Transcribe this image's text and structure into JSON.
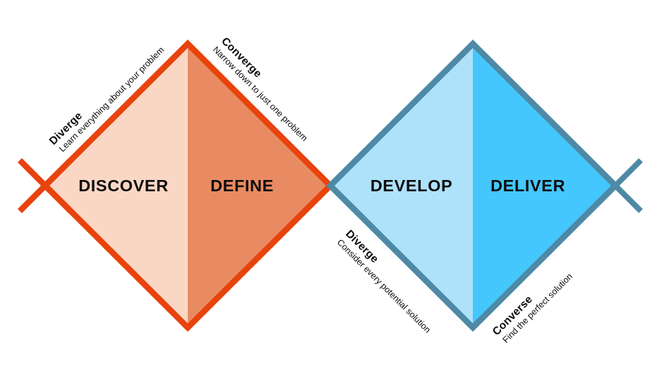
{
  "colors": {
    "background": "#ffffff",
    "orange_border": "#E8430D",
    "orange_light_fill": "#FAD7C5",
    "orange_dark_fill": "#E98B62",
    "blue_border": "#4E89A6",
    "blue_light_fill": "#AEE2FB",
    "blue_bright_fill": "#44C7FC",
    "text": "#0d0d0d"
  },
  "diamonds": {
    "problem": {
      "left_phase": "DISCOVER",
      "right_phase": "DEFINE",
      "top_left_label": {
        "title": "Diverge",
        "subtitle": "Learn everything about your problem"
      },
      "top_right_label": {
        "title": "Converge",
        "subtitle": "Narrow down to just one problem"
      }
    },
    "solution": {
      "left_phase": "DEVELOP",
      "right_phase": "DELIVER",
      "bottom_left_label": {
        "title": "Diverge",
        "subtitle": "Consider every potential solution"
      },
      "bottom_right_label": {
        "title": "Converse",
        "subtitle": "Find the perfect solution"
      }
    }
  }
}
